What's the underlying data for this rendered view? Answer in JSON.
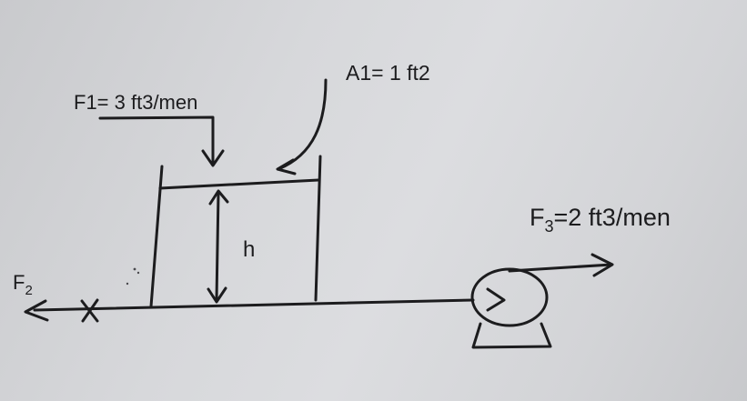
{
  "labels": {
    "f1": "F1= 3 ft3/men",
    "a1": "A1= 1 ft2",
    "h": "h",
    "f2_main": "F",
    "f2_sub": "2",
    "f3_main": "F",
    "f3_sub": "3",
    "f3_value": "=2 ft3/men"
  },
  "icons": {
    "pump": "pump-icon",
    "valve": "valve-x-icon"
  },
  "colors": {
    "ink": "#1c1c1e",
    "paper": "#d7d8db"
  }
}
